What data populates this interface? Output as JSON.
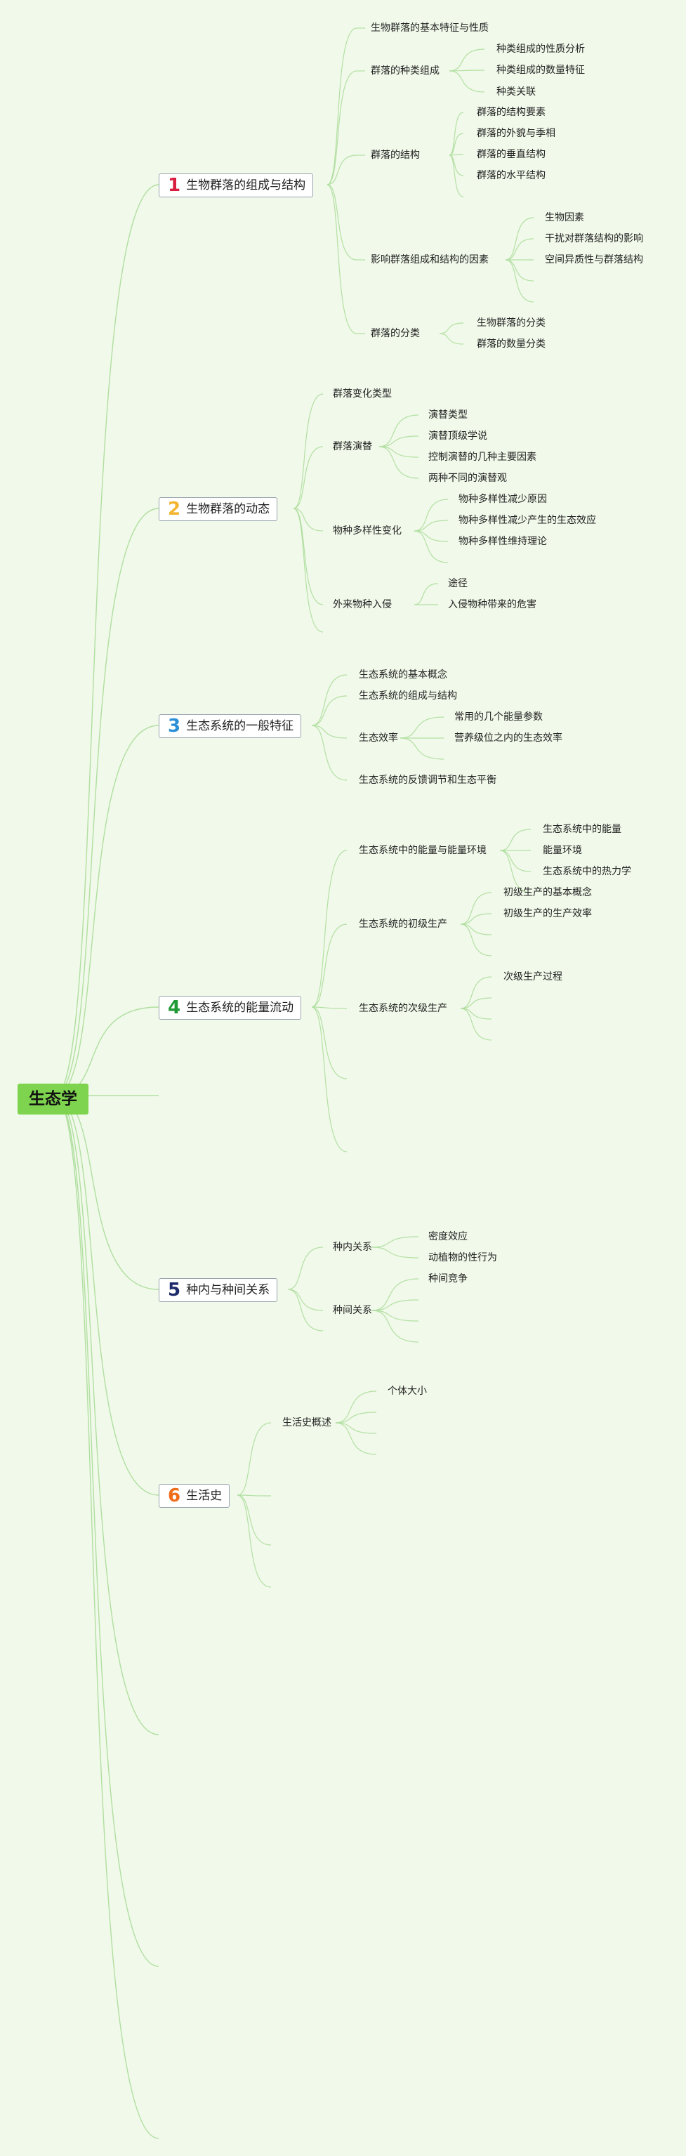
{
  "colors": {
    "background": "#f1f9ea",
    "root": "#7ed44e",
    "edge": "#b3e0a3"
  },
  "root": {
    "label": "生态学"
  },
  "chapters": [
    {
      "num": "1",
      "label": "生物群落的组成与结构",
      "num_color": "#d81e3e"
    },
    {
      "num": "2",
      "label": "生物群落的动态",
      "num_color": "#f2b632"
    },
    {
      "num": "3",
      "label": "生态系统的一般特征",
      "num_color": "#2b8fd6"
    },
    {
      "num": "4",
      "label": "生态系统的能量流动",
      "num_color": "#1f9a35"
    },
    {
      "num": "5",
      "label": "种内与种间关系",
      "num_color": "#1d2a6b"
    },
    {
      "num": "6",
      "label": "生活史",
      "num_color": "#ef6c1a"
    }
  ],
  "sub": {
    "c1_basic": "生物群落的基本特征与性质",
    "c1_species": "群落的种类组成",
    "c1_species_nature": "种类组成的性质分析",
    "c1_species_quantity": "种类组成的数量特征",
    "c1_species_assoc": "种类关联",
    "c1_structure": "群落的结构",
    "c1_struct_elements": "群落的结构要素",
    "c1_struct_appearance": "群落的外貌与季相",
    "c1_struct_vertical": "群落的垂直结构",
    "c1_struct_horizontal": "群落的水平结构",
    "c1_factors": "影响群落组成和结构的因素",
    "c1_fac_bio": "生物因素",
    "c1_fac_disturb": "干扰对群落结构的影响",
    "c1_fac_spatial": "空间异质性与群落结构",
    "c1_class": "群落的分类",
    "c1_class_bio": "生物群落的分类",
    "c1_class_quant": "群落的数量分类",
    "c2_change_type": "群落变化类型",
    "c2_succession": "群落演替",
    "c2_succ_type": "演替类型",
    "c2_succ_climax": "演替顶级学说",
    "c2_succ_factors": "控制演替的几种主要因素",
    "c2_succ_views": "两种不同的演替观",
    "c2_diversity": "物种多样性变化",
    "c2_div_reason": "物种多样性减少原因",
    "c2_div_effect": "物种多样性减少产生的生态效应",
    "c2_div_theory": "物种多样性维持理论",
    "c2_invasion": "外来物种入侵",
    "c2_inv_route": "途径",
    "c2_inv_harm": "入侵物种带来的危害",
    "c3_concept": "生态系统的基本概念",
    "c3_composition": "生态系统的组成与结构",
    "c3_efficiency": "生态效率",
    "c3_eff_params": "常用的几个能量参数",
    "c3_eff_trophic": "营养级位之内的生态效率",
    "c3_feedback": "生态系统的反馈调节和生态平衡",
    "c4_energy_env": "生态系统中的能量与能量环境",
    "c4_energy": "生态系统中的能量",
    "c4_energy_environment": "能量环境",
    "c4_thermo": "生态系统中的热力学",
    "c4_primary": "生态系统的初级生产",
    "c4_prim_concept": "初级生产的基本概念",
    "c4_prim_eff": "初级生产的生产效率",
    "c4_secondary": "生态系统的次级生产",
    "c4_sec_process": "次级生产过程",
    "c5_intra": "种内关系",
    "c5_density": "密度效应",
    "c5_sexual": "动植物的性行为",
    "c5_inter": "种间关系",
    "c5_competition": "种间竞争",
    "c6_overview": "生活史概述",
    "c6_body_size": "个体大小"
  }
}
